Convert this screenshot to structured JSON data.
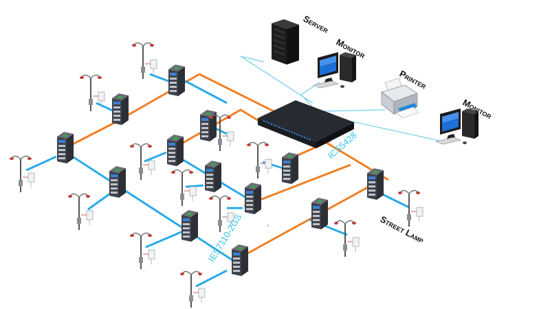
{
  "labels": {
    "server": "Server",
    "monitor_1": "Monitor",
    "printer": "Printer",
    "monitor_2": "Monitor",
    "core_switch_model": "ICS5428",
    "ring_switch_model": "IES7110-2GS",
    "street_lamp": "Street Lamp"
  },
  "colors": {
    "fiber_link": "#f07f22",
    "ethernet_link": "#2aaae8",
    "control_link": "#88d6f0",
    "label_text": "#111111",
    "model_text": "#33c3ee"
  },
  "icons": {
    "server": "server-rack-icon",
    "monitor": "desktop-computer-icon",
    "printer": "printer-icon",
    "core_switch": "rackmount-switch-icon",
    "field_switch": "din-rail-switch-icon",
    "lamp": "street-lamp-icon"
  }
}
